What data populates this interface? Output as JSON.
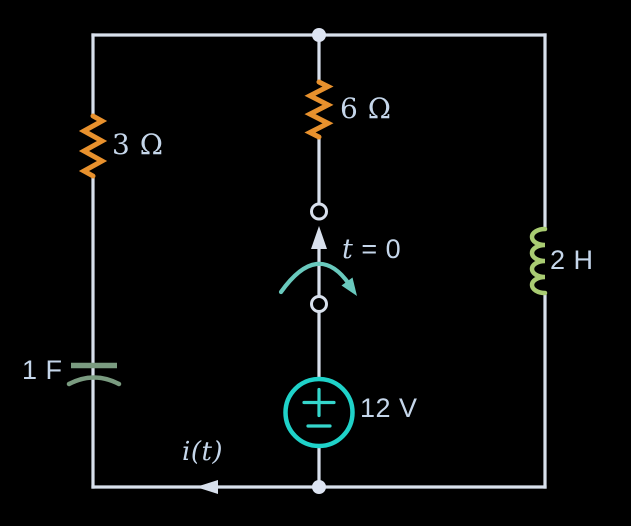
{
  "figure_type": "circuit-diagram",
  "colors": {
    "background": "#000000",
    "wire": "#D8E0EC",
    "node": "#DDE4F2",
    "resistor": "#E8912D",
    "inductor": "#A9CC72",
    "capacitor": "#7A9B80",
    "voltage_source": "#1FD2C9",
    "switch_arc": "#69C9BD",
    "label_text": "#C5D6EA"
  },
  "components": {
    "resistor_left": {
      "label": "3 Ω"
    },
    "resistor_middle": {
      "label": "6 Ω"
    },
    "inductor_right": {
      "label": "2 H"
    },
    "capacitor_left": {
      "label": "1 F"
    },
    "voltage_source": {
      "label": "12 V",
      "plus": "+",
      "minus": "−"
    },
    "switch": {
      "label_var": "t",
      "label_rest": "= 0"
    },
    "current": {
      "label": "i(t)"
    }
  },
  "icons": {
    "switch_closing_arc": "clockwise-arc-arrow",
    "switch_blade": "up-arrow",
    "current_direction": "left-arrow",
    "junction_nodes": "filled-dot",
    "switch_terminals": "open-circle"
  }
}
